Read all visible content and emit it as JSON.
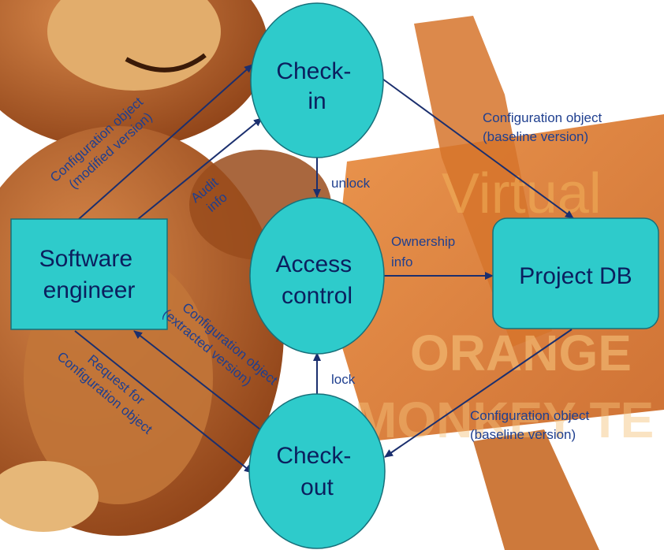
{
  "nodes": {
    "checkin": {
      "lines": [
        "Check-",
        "in"
      ]
    },
    "access": {
      "lines": [
        "Access",
        "control"
      ]
    },
    "checkout": {
      "lines": [
        "Check-",
        "out"
      ]
    },
    "engineer": {
      "lines": [
        "Software",
        "engineer"
      ]
    },
    "projectdb": {
      "lines": [
        "Project DB"
      ]
    }
  },
  "edges": {
    "modified": {
      "lines": [
        "Configuration object",
        "(modified version)"
      ]
    },
    "audit": {
      "lines": [
        "Audit",
        "info"
      ]
    },
    "unlock": {
      "lines": [
        "unlock"
      ]
    },
    "baseline_in": {
      "lines": [
        "Configuration object",
        "(baseline version)"
      ]
    },
    "ownership": {
      "lines": [
        "Ownership",
        "info"
      ]
    },
    "lock": {
      "lines": [
        "lock"
      ]
    },
    "extracted": {
      "lines": [
        "Configuration object",
        "(extracted version)"
      ]
    },
    "request": {
      "lines": [
        "Request for",
        "Configuration object"
      ]
    },
    "baseline_out": {
      "lines": [
        "Configuration object",
        "(baseline version)"
      ]
    }
  },
  "background": {
    "sign_text": [
      "Virtual",
      "ORANGE",
      "MONKEY TE"
    ]
  },
  "colors": {
    "node_fill": "#2ecbcb",
    "node_stroke": "#17707a",
    "arrow": "#1b2f6e",
    "label": "#1f3f8f",
    "wood": "#d9772d",
    "monkey_fur": "#b5612a",
    "monkey_face": "#d8a05a"
  }
}
